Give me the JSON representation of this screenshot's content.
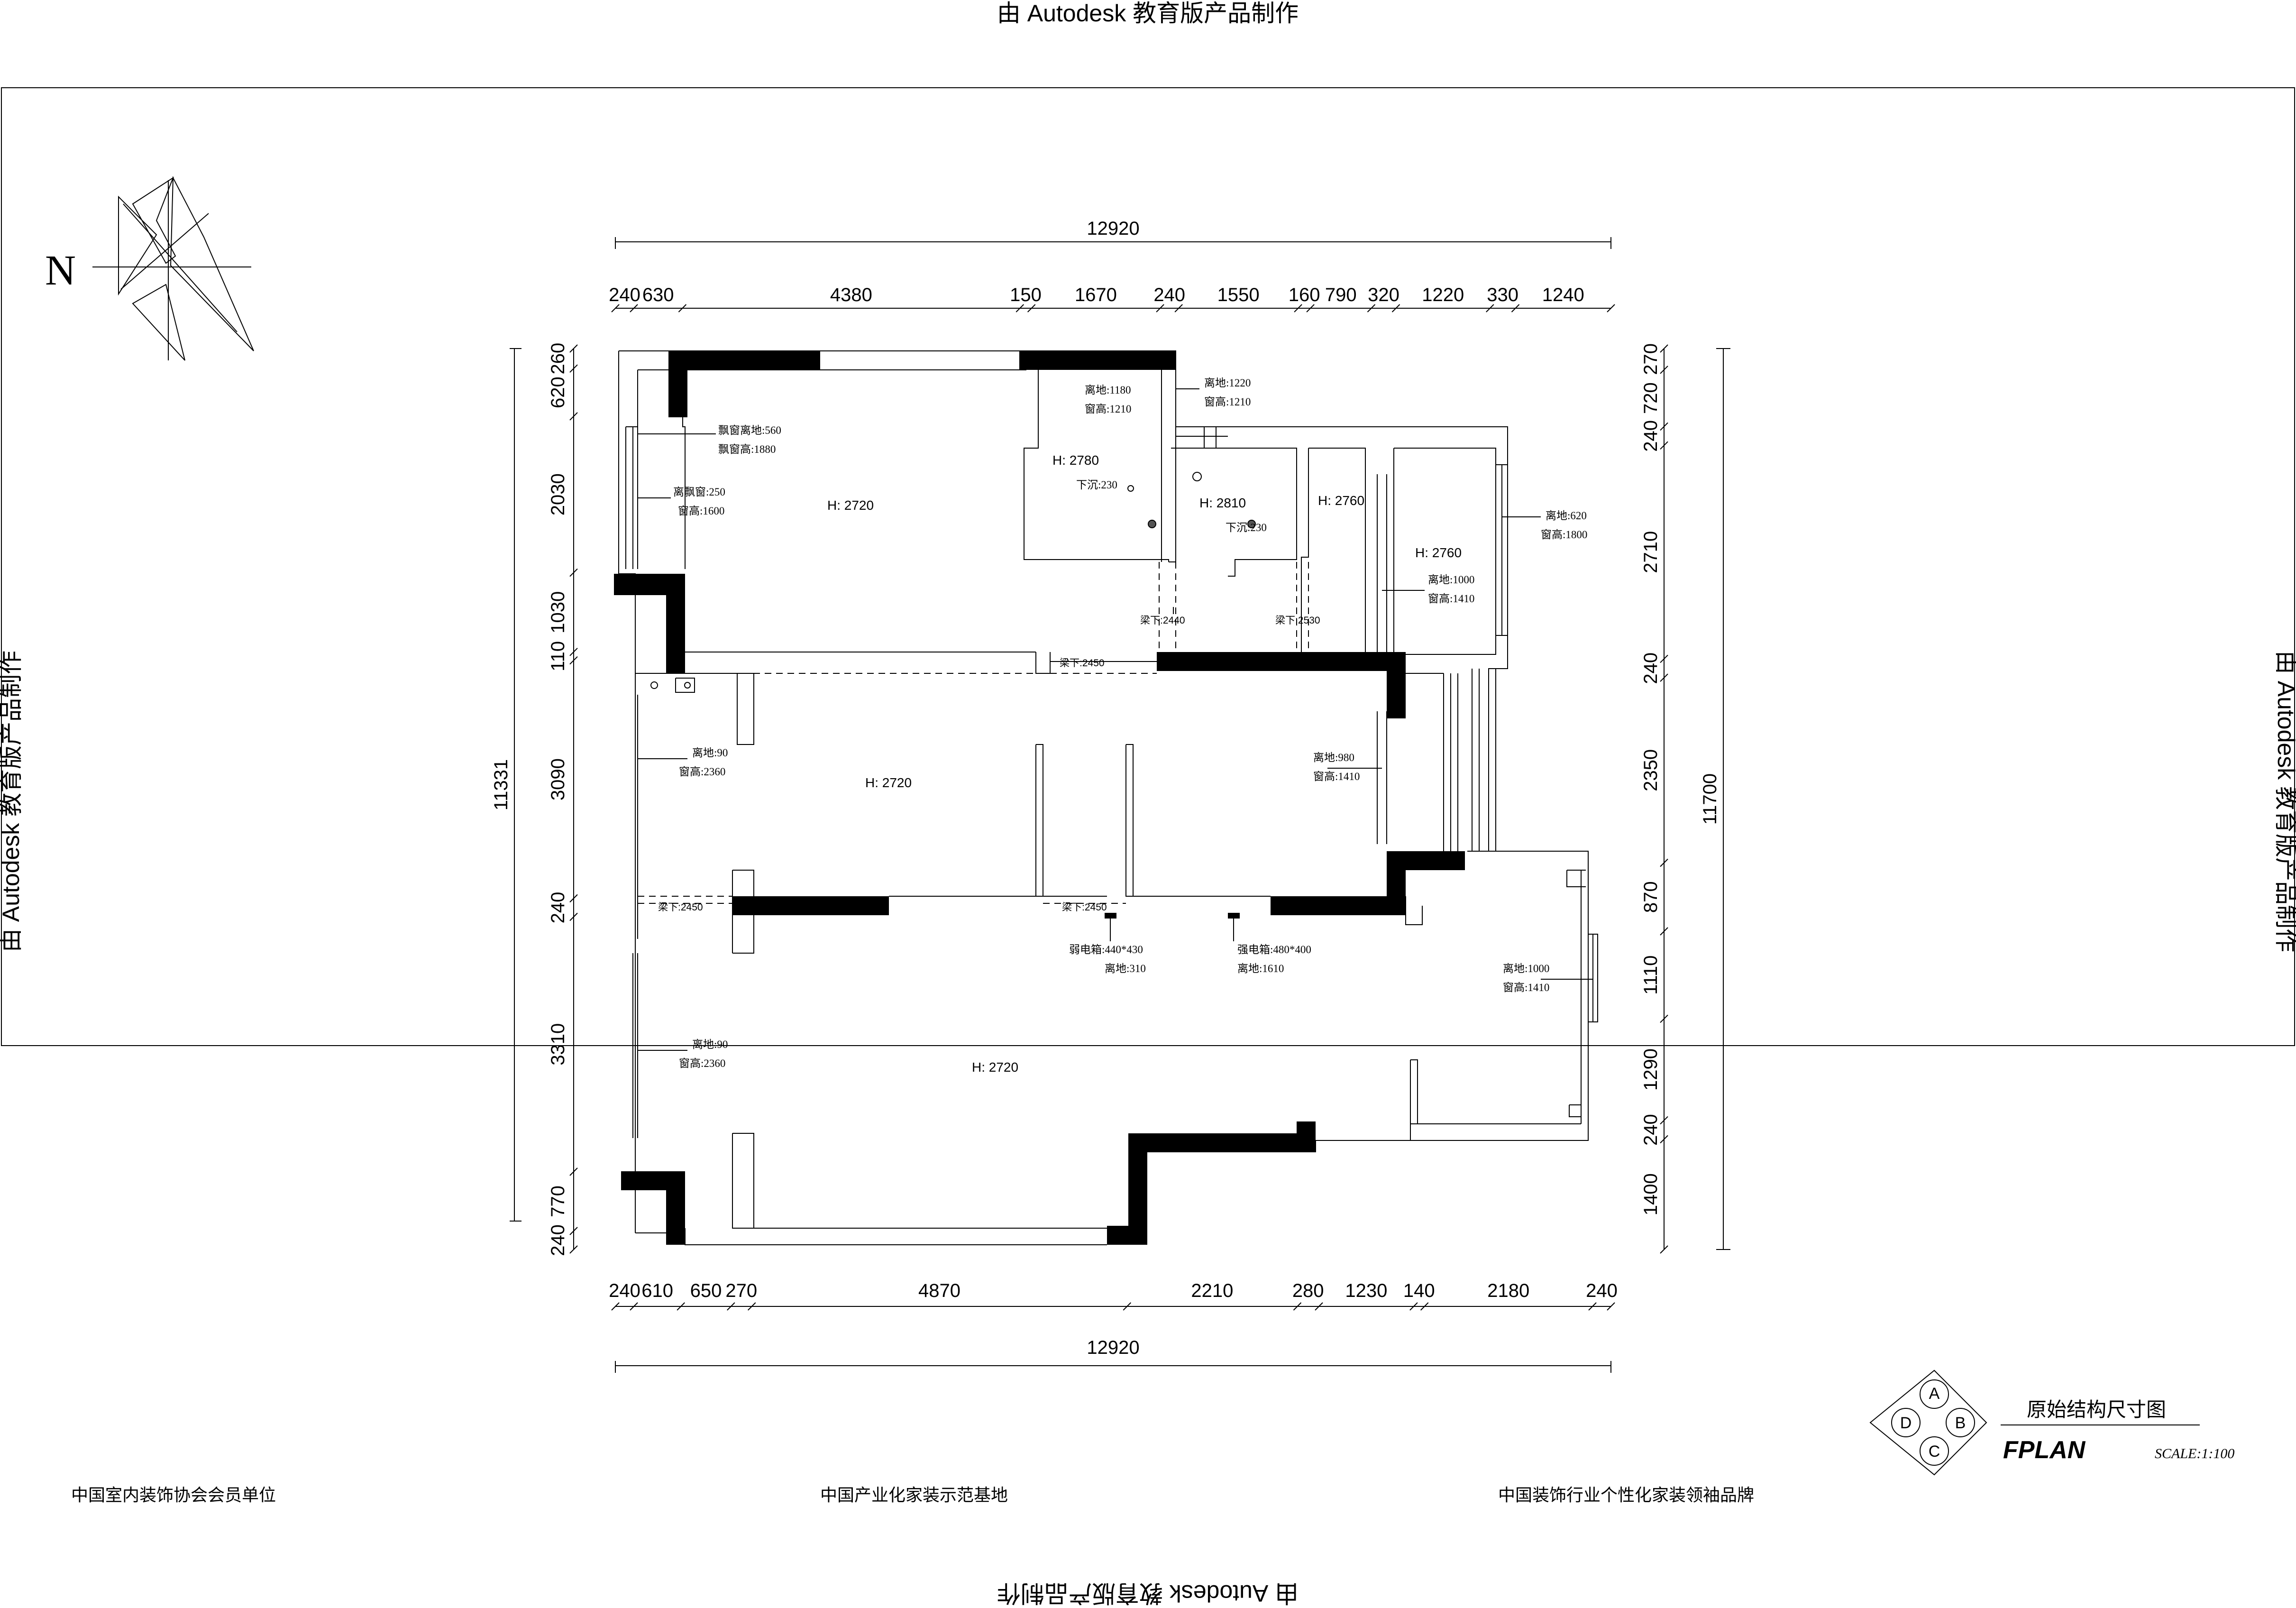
{
  "watermark": "由 Autodesk 教育版产品制作",
  "compass_label": "N",
  "title_block": {
    "title": "原始结构尺寸图",
    "brand": "FPLAN",
    "scale": "SCALE:1:100",
    "letters": [
      "A",
      "B",
      "C",
      "D"
    ]
  },
  "footer": {
    "left": "中国室内装饰协会会员单位",
    "center": "中国产业化家装示范基地",
    "right": "中国装饰行业个性化家装领袖品牌"
  },
  "dimensions": {
    "top_total": "12920",
    "top_segments": [
      "240",
      "630",
      "4380",
      "150",
      "1670",
      "240",
      "1550",
      "160",
      "790",
      "320",
      "1220",
      "330",
      "1240"
    ],
    "bottom_total": "12920",
    "bottom_segments": [
      "240",
      "610",
      "650",
      "270",
      "4870",
      "2210",
      "280",
      "1230",
      "140",
      "2180",
      "240"
    ],
    "left_total": "11331",
    "left_segments": [
      "260",
      "620",
      "2030",
      "1030",
      "110",
      "3090",
      "240",
      "3310",
      "770",
      "240"
    ],
    "right_total": "11700",
    "right_segments": [
      "270",
      "720",
      "240",
      "2710",
      "240",
      "2350",
      "870",
      "1110",
      "1290",
      "240",
      "1400"
    ]
  },
  "room_heights": [
    "H: 2720",
    "H: 2780",
    "H: 2810",
    "H: 2760",
    "H: 2760",
    "H: 2720",
    "H: 2720"
  ],
  "notes": {
    "bay_window": [
      "飘窗离地:560",
      "飘窗高:1880"
    ],
    "low_bay": [
      "离飘窗:250",
      "窗高:1600"
    ],
    "window_1180": [
      "离地:1180",
      "窗高:1210"
    ],
    "window_1220": [
      "离地:1220",
      "窗高:1210"
    ],
    "sink_230_a": "下沉:230",
    "sink_230_b": "下沉:230",
    "window_620": [
      "离地:620",
      "窗高:1800"
    ],
    "window_1000_a": [
      "离地:1000",
      "窗高:1410"
    ],
    "beam_2440": "梁下:2440",
    "beam_2530": "梁下:2530",
    "beam_2450_a": "梁下:2450",
    "beam_2450_b": "梁下:2450",
    "beam_2450_c": "梁下:2450",
    "window_90_a": [
      "离地:90",
      "窗高:2360"
    ],
    "window_980": [
      "离地:980",
      "窗高:1410"
    ],
    "weak_box": [
      "弱电箱:440*430",
      "离地:310"
    ],
    "strong_box": [
      "强电箱:480*400",
      "离地:1610"
    ],
    "window_1000_b": [
      "离地:1000",
      "窗高:1410"
    ],
    "window_90_b": [
      "离地:90",
      "窗高:2360"
    ]
  }
}
